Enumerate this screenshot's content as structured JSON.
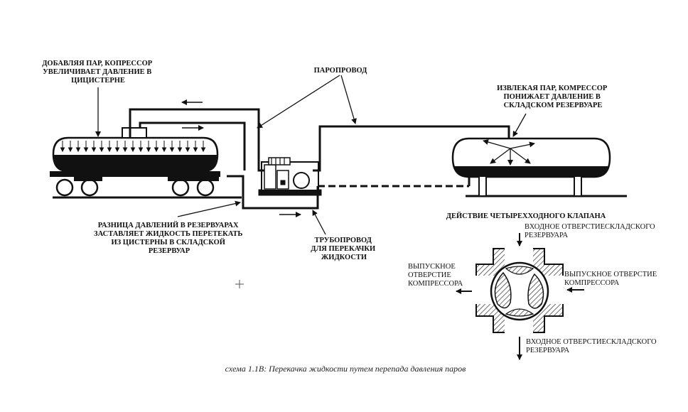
{
  "labels": {
    "compressor_adds": [
      "ДОБАВЛЯЯ ПАР, КОПРЕССОР",
      "УВЕЛИЧИВАЕТ ДАВЛЕНИЕ В",
      "ЦИЦИСТЕРНЕ"
    ],
    "vapor_line": "ПАРОПРОВОД",
    "compressor_removes": [
      "ИЗВЛЕКАЯ ПАР, КОМРЕССОР",
      "ПОНИЖАЕТ ДАВЛЕНИЕ В",
      "СКЛАДСКОМ РЕЗЕРВУАРЕ"
    ],
    "pressure_diff": [
      "РАЗНИЦА ДАВЛЕНИЙ В РЕЗЕРВУАРАХ",
      "ЗАСТАВЛЯЕТ ЖИДКОСТЬ ПЕРЕТЕКАТЬ",
      "ИЗ ЦИСТЕРНЫ В СКЛАДСКОЙ",
      "РЕЗЕРВУАР"
    ],
    "liquid_line": [
      "ТРУБОПРОВОД",
      "ДЛЯ ПЕРЕКАЧКИ",
      "ЖИДКОСТИ"
    ],
    "valve_title": "ДЕЙСТВИЕ ЧЕТЫРЕХХОДНОГО КЛАПАНА",
    "inlet_top": [
      "ВХОДНОЕ ОТВЕРСТИЕСКЛАДСКОГО",
      "РЕЗЕРВУАРА"
    ],
    "outlet_left": [
      "ВЫПУСКНОЕ",
      "ОТВЕРСТИЕ",
      "КОМПРЕССОРА"
    ],
    "outlet_right": [
      "ВЫПУСКНОЕ ОТВЕРСТИЕ",
      "КОМПРЕССОРА"
    ],
    "inlet_bottom": [
      "ВХОДНОЕ ОТВЕРСТИЕСКЛАДСКОГО",
      "РЕЗЕРВУАРА"
    ]
  },
  "caption": "схема 1.1В: Перекачка жидкости путем перепада давления паров",
  "colors": {
    "ink": "#111111",
    "hatch": "#333333"
  }
}
